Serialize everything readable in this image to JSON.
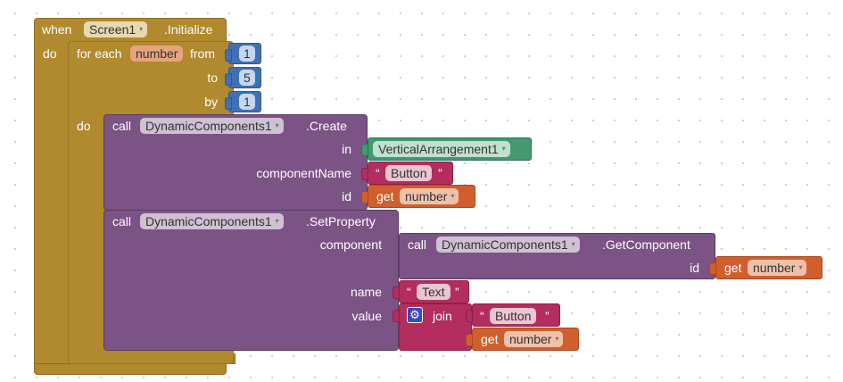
{
  "event": {
    "when_label": "when",
    "component": "Screen1",
    "event_name": ".Initialize",
    "do_label": "do"
  },
  "loop": {
    "for_each_label": "for each",
    "variable": "number",
    "from_label": "from",
    "to_label": "to",
    "by_label": "by",
    "from_value": "1",
    "to_value": "5",
    "by_value": "1",
    "do_label": "do"
  },
  "create_call": {
    "call_label": "call",
    "component": "DynamicComponents1",
    "method": ".Create",
    "in_label": "in",
    "in_value": "VerticalArrangement1",
    "component_name_label": "componentName",
    "component_name_value": "Button",
    "id_label": "id",
    "get_label": "get",
    "id_var": "number"
  },
  "set_property_call": {
    "call_label": "call",
    "component": "DynamicComponents1",
    "method": ".SetProperty",
    "component_label": "component",
    "name_label": "name",
    "name_value": "Text",
    "value_label": "value"
  },
  "get_component_call": {
    "call_label": "call",
    "component": "DynamicComponents1",
    "method": ".GetComponent",
    "id_label": "id",
    "get_label": "get",
    "id_var": "number"
  },
  "join_block": {
    "join_label": "join",
    "text_value": "Button",
    "get_label": "get",
    "var": "number",
    "gear_icon": "gear-icon"
  },
  "quote_open": "“",
  "quote_close": "”",
  "dropdown_arrow": "▾",
  "colors": {
    "event": "#b1892e",
    "procedure": "#7c5385",
    "math": "#3f71b5",
    "text": "#b32d5e",
    "variable": "#d05f2d",
    "component": "#439970"
  }
}
